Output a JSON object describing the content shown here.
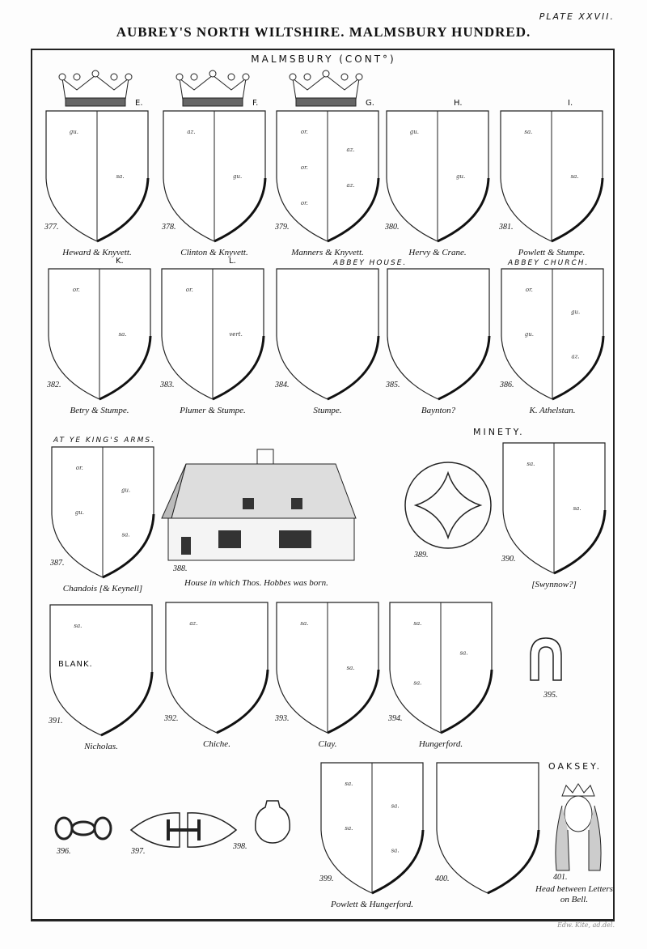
{
  "plate": "PLATE XXVII.",
  "title": "AUBREY'S NORTH WILTSHIRE. MALMSBURY HUNDRED.",
  "subtitle": "MALMSBURY (CONT°)",
  "sections": {
    "kings_arms": "AT YE KING'S ARMS.",
    "minety": "MINETY.",
    "oaksey": "OAKSEY.",
    "abbey_house": "ABBEY HOUSE.",
    "abbey_church": "ABBEY CHURCH."
  },
  "shields": [
    {
      "num": "377.",
      "label": "Heward & Knyvett.",
      "letter": "E.",
      "crown": true,
      "tinctures": [
        "gu.",
        "sa."
      ]
    },
    {
      "num": "378.",
      "label": "Clinton & Knyvett.",
      "letter": "F.",
      "crown": true,
      "tinctures": [
        "az.",
        "gu."
      ]
    },
    {
      "num": "379.",
      "label": "Manners & Knyvett.",
      "letter": "G.",
      "crown": true,
      "tinctures": [
        "or.",
        "az.",
        "or.",
        "az.",
        "or."
      ]
    },
    {
      "num": "380.",
      "label": "Hervy & Crane.",
      "letter": "H.",
      "crown": false,
      "tinctures": [
        "gu.",
        "gu."
      ]
    },
    {
      "num": "381.",
      "label": "Powlett & Stumpe.",
      "letter": "I.",
      "crown": false,
      "tinctures": [
        "sa.",
        "sa."
      ]
    },
    {
      "num": "382.",
      "label": "Betry & Stumpe.",
      "letter": "K.",
      "crown": false,
      "tinctures": [
        "or.",
        "sa."
      ]
    },
    {
      "num": "383.",
      "label": "Plumer & Stumpe.",
      "letter": "L.",
      "crown": false,
      "tinctures": [
        "or.",
        "vert."
      ]
    },
    {
      "num": "384.",
      "label": "Stumpe.",
      "letter": "",
      "crown": false,
      "tinctures": []
    },
    {
      "num": "385.",
      "label": "Baynton?",
      "letter": "",
      "crown": false,
      "tinctures": []
    },
    {
      "num": "386.",
      "label": "K. Athelstan.",
      "letter": "",
      "crown": false,
      "tinctures": [
        "or.",
        "gu.",
        "gu.",
        "az."
      ]
    },
    {
      "num": "387.",
      "label": "Chandois [& Keynell]",
      "letter": "",
      "crown": false,
      "tinctures": [
        "or.",
        "gu.",
        "gu.",
        "sa."
      ]
    },
    {
      "num": "390.",
      "label": "[Swynnow?]",
      "letter": "",
      "crown": false,
      "tinctures": [
        "sa.",
        "sa."
      ]
    },
    {
      "num": "391.",
      "label": "Nicholas.",
      "letter": "",
      "crown": false,
      "tinctures": [
        "sa."
      ]
    },
    {
      "num": "392.",
      "label": "Chiche.",
      "letter": "",
      "crown": false,
      "tinctures": [
        "az."
      ]
    },
    {
      "num": "393.",
      "label": "Clay.",
      "letter": "",
      "crown": false,
      "tinctures": [
        "sa.",
        "sa."
      ]
    },
    {
      "num": "394.",
      "label": "Hungerford.",
      "letter": "",
      "crown": false,
      "tinctures": [
        "sa.",
        "sa.",
        "sa."
      ]
    },
    {
      "num": "399.",
      "label": "Powlett & Hungerford.",
      "letter": "",
      "crown": false,
      "tinctures": [
        "sa.",
        "sa.",
        "sa.",
        "sa."
      ]
    },
    {
      "num": "400.",
      "label": "",
      "letter": "",
      "crown": false,
      "tinctures": []
    }
  ],
  "blank": "BLANK.",
  "house": {
    "num": "388.",
    "label": "House in which Thos. Hobbes was born."
  },
  "items": {
    "n389": "389.",
    "n395": "395.",
    "n396": "396.",
    "n397": "397.",
    "n398": "398.",
    "n401": "401.",
    "head_caption": "Head between Letters on Bell."
  },
  "signature": "Edw. Kite, ad.del."
}
